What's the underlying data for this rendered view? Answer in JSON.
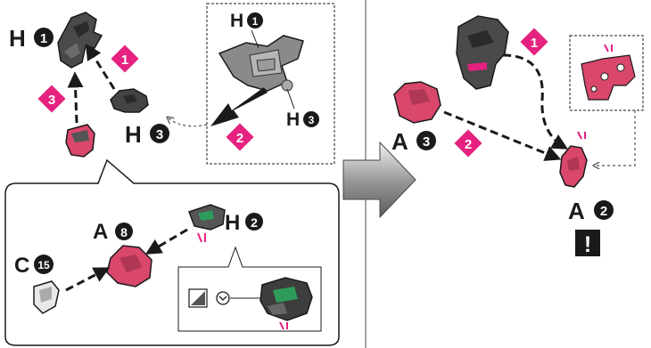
{
  "colors": {
    "magenta": "#e5227f",
    "red_part": "#d9476b",
    "dark_part": "#3d3d3d",
    "gray_part": "#7d7d7d",
    "green_part": "#2e9b5b"
  },
  "left_panel": {
    "parts": {
      "h1": {
        "letter": "H",
        "number": "1"
      },
      "h3": {
        "letter": "H",
        "number": "3"
      }
    },
    "steps": [
      "1",
      "3"
    ],
    "detail_inset": {
      "h1": {
        "letter": "H",
        "number": "1"
      },
      "h3": {
        "letter": "H",
        "number": "3"
      },
      "step": "2"
    },
    "callout": {
      "a8": {
        "letter": "A",
        "number": "8"
      },
      "h2": {
        "letter": "H",
        "number": "2"
      },
      "c15": {
        "letter": "C",
        "number": "15"
      },
      "rotate_icon": "rotate-icon",
      "corner_icon": "corner-icon"
    }
  },
  "transition_arrow": "arrow-right-icon",
  "right_panel": {
    "a3": {
      "letter": "A",
      "number": "3"
    },
    "a2": {
      "letter": "A",
      "number": "2"
    },
    "steps": [
      "1",
      "2"
    ],
    "warning": "!"
  }
}
